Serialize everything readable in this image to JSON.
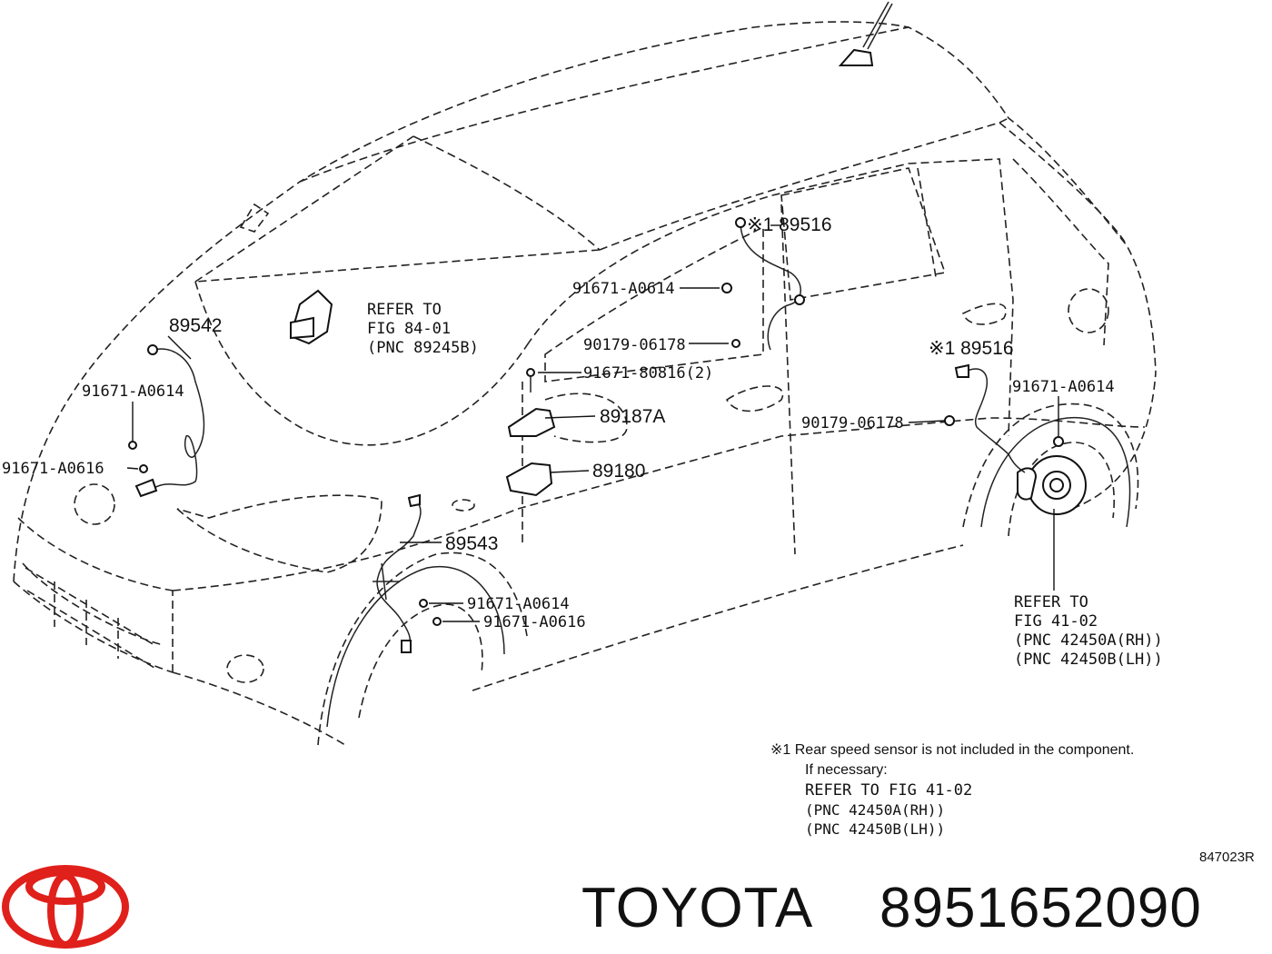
{
  "parts": {
    "p89516_top": "※1 89516",
    "p89516_mid": "※1 89516",
    "p91671_a0614_top": "91671-A0614",
    "p90179_a": "90179-06178",
    "p91671_80816": "91671-80816(2)",
    "p89187a": "89187A",
    "p89180": "89180",
    "p89542": "89542",
    "p91671_a0614_left": "91671-A0614",
    "p91671_a0616_left": "91671-A0616",
    "p89543": "89543",
    "p91671_a0614_low": "91671-A0614",
    "p91671_a0616_low": "91671-A0616",
    "p91671_a0614_right": "91671-A0614",
    "p90179_b": "90179-06178"
  },
  "refer_fig84": [
    "REFER TO",
    "FIG 84-01",
    "(PNC 89245B)"
  ],
  "refer_fig41": [
    "REFER TO",
    "FIG 41-02",
    "(PNC 42450A(RH))",
    "(PNC 42450B(LH))"
  ],
  "footnote": {
    "line1": "※1 Rear speed sensor is not included in the component.",
    "line2": "If necessary:",
    "line3": "REFER TO FIG 41-02",
    "line4": "(PNC 42450A(RH))",
    "line5": "(PNC 42450B(LH))"
  },
  "figure_code": "847023R",
  "brand_name": "TOYOTA",
  "part_number": "8951652090",
  "logo_color": "#e0201b"
}
